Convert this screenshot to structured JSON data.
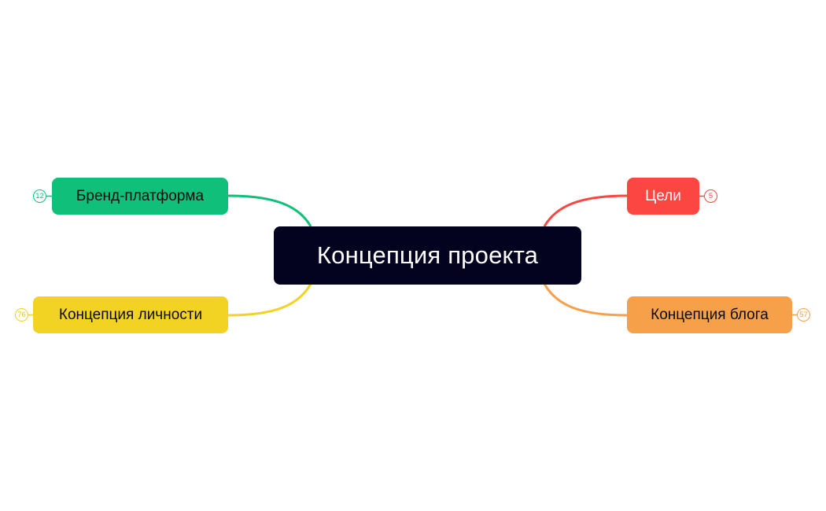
{
  "central": {
    "label": "Концепция проекта",
    "color": "#04031f",
    "text_color": "#ffffff"
  },
  "branches": [
    {
      "id": "brand-platform",
      "label": "Бренд-платформа",
      "count": "12",
      "color": "#10bf7a",
      "side": "left",
      "position": "top"
    },
    {
      "id": "personality-concept",
      "label": "Концепция личности",
      "count": "76",
      "color": "#f2d323",
      "side": "left",
      "position": "bottom"
    },
    {
      "id": "goals",
      "label": "Цели",
      "count": "5",
      "color": "#fb4641",
      "side": "right",
      "position": "top"
    },
    {
      "id": "blog-concept",
      "label": "Концепция блога",
      "count": "57",
      "color": "#f6a04a",
      "side": "right",
      "position": "bottom"
    }
  ]
}
